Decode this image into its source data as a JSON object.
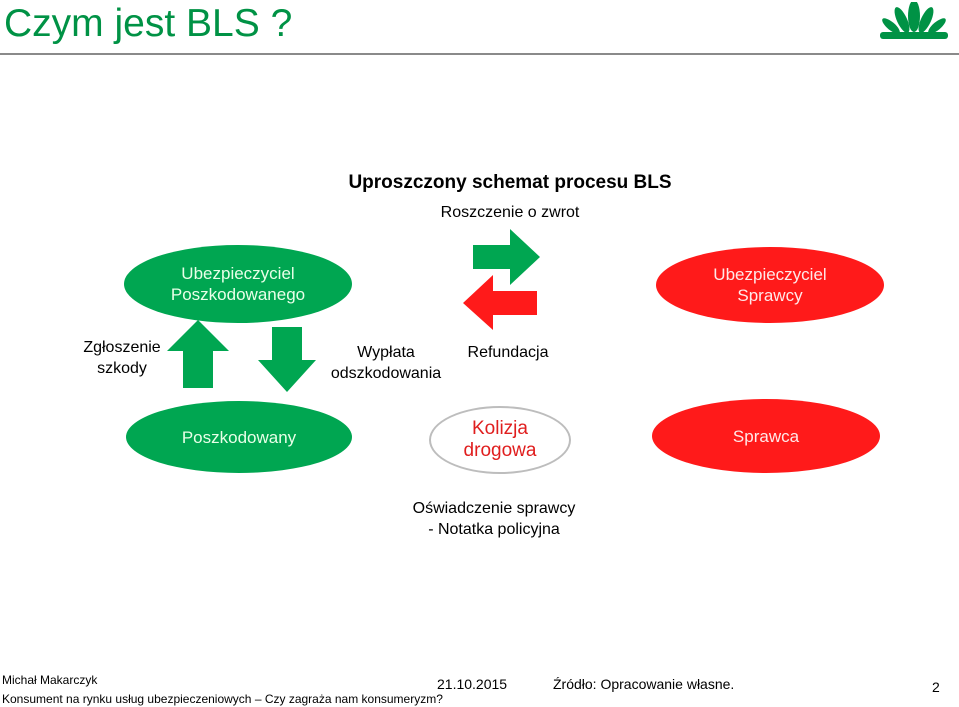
{
  "slide": {
    "title": "Czym jest BLS ?",
    "colors": {
      "green": "#00a651",
      "red": "#ff1a1a",
      "title_green": "#009245"
    }
  },
  "diagram": {
    "heading": "Uproszczony schemat procesu BLS",
    "claim_label": "Roszczenie o zwrot",
    "insurer_victim": [
      "Ubezpieczyciel",
      "Poszkodowanego"
    ],
    "insurer_perpetrator": [
      "Ubezpieczyciel",
      "Sprawcy"
    ],
    "report_label": [
      "Zgłoszenie",
      "szkody"
    ],
    "payout_label": [
      "Wypłata",
      "odszkodowania"
    ],
    "refund_label": "Refundacja",
    "victim": "Poszkodowany",
    "collision": [
      "Kolizja",
      "drogowa"
    ],
    "perpetrator": "Sprawca",
    "statement": [
      "Oświadczenie sprawcy",
      "- Notatka policyjna"
    ]
  },
  "footer": {
    "author": "Michał Makarczyk",
    "subtitle": "Konsument na rynku usług ubezpieczeniowych – Czy zagraża nam konsumeryzm?",
    "date": "21.10.2015",
    "source": "Źródło: Opracowanie własne.",
    "page_number": "2"
  }
}
